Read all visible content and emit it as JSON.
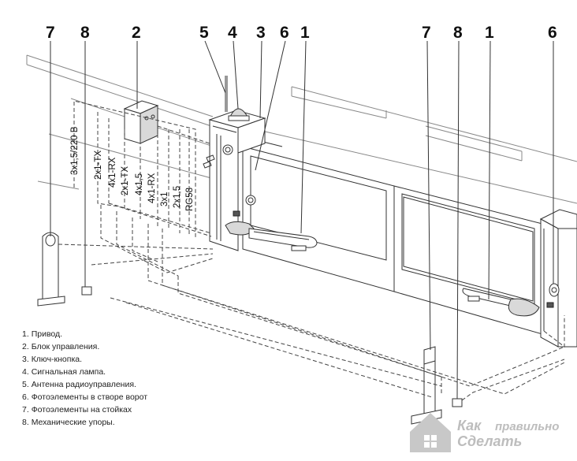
{
  "callouts": {
    "left": [
      "7",
      "8",
      "2",
      "5",
      "4",
      "3",
      "6",
      "1"
    ],
    "right": [
      "7",
      "8",
      "1",
      "6"
    ]
  },
  "cable_labels": {
    "mains": "3x1,5/220 В",
    "bundle": [
      "2x1-TX",
      "4x1-RX",
      "2x1-TX",
      "4x1,5",
      "4x1-RX",
      "3x1",
      "2x1,5",
      "RG58"
    ]
  },
  "legend": [
    "Привод.",
    "Блок управления.",
    "Ключ-кнопка.",
    "Сигнальная лампа.",
    "Антенна радиоуправления.",
    "Фотоэлементы в створе ворот",
    "Фотоэлементы на стойках",
    "Механические упоры."
  ],
  "brand": {
    "line1_big": "Как",
    "line1_small": "правильно",
    "line2": "Сделать"
  },
  "colors": {
    "line": "#333333",
    "watermark": "#bdbdbd"
  }
}
